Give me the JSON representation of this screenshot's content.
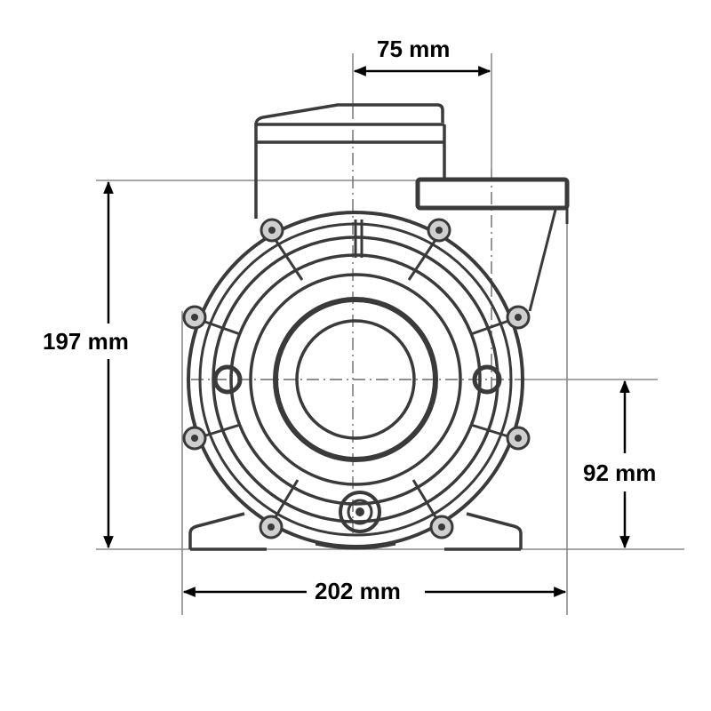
{
  "drawing": {
    "subject": "pump front view technical drawing",
    "line_color": "#3a3a3a",
    "dim_color": "#000000",
    "guide_color": "#8a8a8a"
  },
  "dimensions": {
    "top_width": {
      "label": "75 mm",
      "value": 75,
      "unit": "mm",
      "description": "outlet centre offset from pump centre"
    },
    "total_height": {
      "label": "197 mm",
      "value": 197,
      "unit": "mm",
      "description": "overall height"
    },
    "shaft_height": {
      "label": "92 mm",
      "value": 92,
      "unit": "mm",
      "description": "shaft centre height from base"
    },
    "base_width": {
      "label": "202 mm",
      "value": 202,
      "unit": "mm",
      "description": "overall width"
    }
  }
}
